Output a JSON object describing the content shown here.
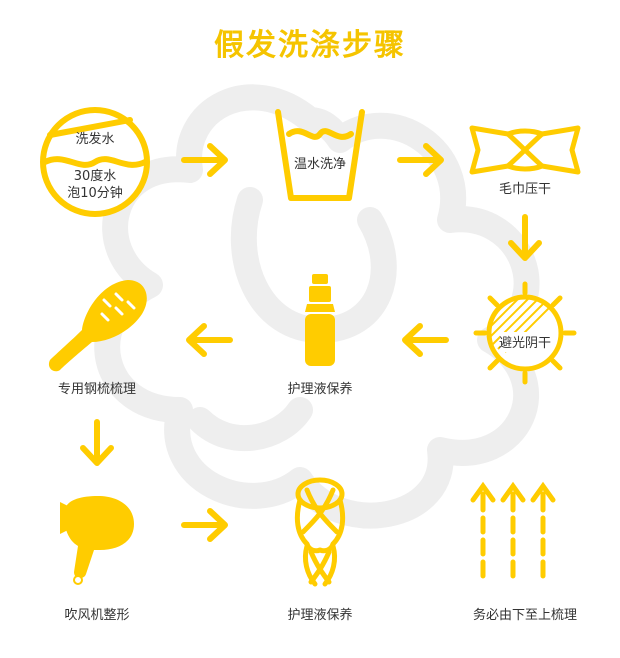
{
  "title": "假发洗涤步骤",
  "colors": {
    "accent": "#ffcc00",
    "text": "#333333",
    "cloud": "#eeeeee",
    "title": "#f5c400"
  },
  "steps": [
    {
      "label": "",
      "icon": "shampoo-soak-icon",
      "inner_top": "洗发水",
      "inner_bottom_1": "30度水",
      "inner_bottom_2": "泡10分钟"
    },
    {
      "label": "",
      "icon": "wash-basin-icon",
      "inner": "温水洗净"
    },
    {
      "label": "毛巾压干",
      "icon": "towel-wring-icon"
    },
    {
      "label": "",
      "icon": "sun-shade-icon",
      "inner": "避光阴干"
    },
    {
      "label": "护理液保养",
      "icon": "spray-bottle-icon"
    },
    {
      "label": "专用钢梳梳理",
      "icon": "comb-icon"
    },
    {
      "label": "吹风机整形",
      "icon": "hair-dryer-icon"
    },
    {
      "label": "护理液保养",
      "icon": "wig-cap-icon"
    },
    {
      "label": "务必由下至上梳理",
      "icon": "upward-arrows-icon"
    }
  ]
}
